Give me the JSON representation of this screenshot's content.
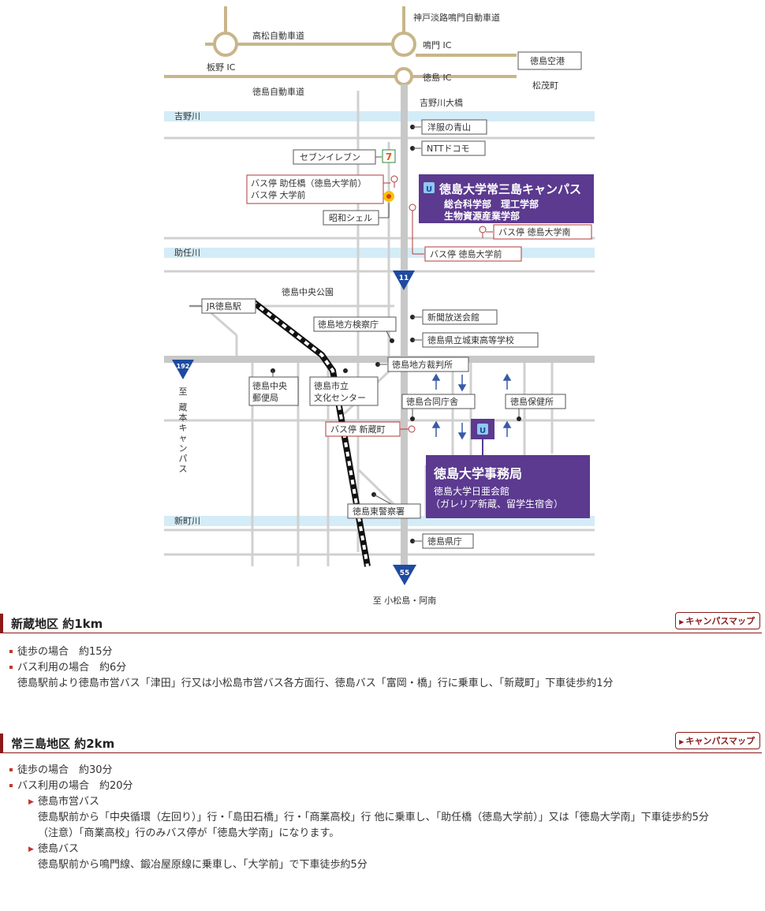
{
  "map": {
    "roads": {
      "takamatsu": "高松自動車道",
      "kobe_awaji": "神戸淡路鳴門自動車道",
      "tokushima": "徳島自動車道"
    },
    "ics": {
      "itano": "板野 IC",
      "naruto": "鳴門 IC",
      "tokushima": "徳島 IC"
    },
    "airport": "徳島空港",
    "matsushige": "松茂町",
    "rivers": {
      "yoshino": "吉野川",
      "sukedo": "助任川",
      "shinmachi": "新町川"
    },
    "bridge": "吉野川大橋",
    "routes": {
      "r11": "11",
      "r192": "192",
      "r55": "55"
    },
    "landmarks": {
      "aoyama": "洋服の青山",
      "docomo": "NTTドコモ",
      "seven": "セブンイレブン",
      "shell": "昭和シェル",
      "bus_sukedo_1": "バス停  助任橋（徳島大学前）",
      "bus_sukedo_2": "バス停  大学前",
      "campus_title": "徳島大学常三島キャンパス",
      "campus_sub1": "総合科学部　理工学部",
      "campus_sub2": "生物資源産業学部",
      "bus_minami": "バス停  徳島大学南",
      "bus_mae": "バス停 徳島大学前",
      "central_park": "徳島中央公園",
      "jr": "JR徳島駅",
      "prosecutor": "徳島地方検察庁",
      "newspaper": "新聞放送会館",
      "johto": "徳島県立城東高等学校",
      "court": "徳島地方裁判所",
      "post_1": "徳島中央",
      "post_2": "郵便局",
      "bunka_1": "徳島市立",
      "bunka_2": "文化センター",
      "godo": "徳島合同庁舎",
      "hoken": "徳島保健所",
      "bus_shinkura": "バス停  新蔵町",
      "office_title": "徳島大学事務局",
      "office_sub1": "徳島大学日亜会館",
      "office_sub2": "（ガレリア新蔵、留学生宿舎）",
      "police": "徳島東警察署",
      "pref": "徳島県庁",
      "to_kuramoto": "至 蔵本キャンパス",
      "to_komatsushima": "至 小松島・阿南"
    }
  },
  "sections": [
    {
      "title": "新蔵地区  約1km",
      "button": "キャンパスマップ",
      "walk": "徒歩の場合　約15分",
      "bus": "バス利用の場合　約6分",
      "bus_desc": "徳島駅前より徳島市営バス「津田」行又は小松島市営バス各方面行、徳島バス「富岡・橋」行に乗車し、「新蔵町」下車徒歩約1分"
    },
    {
      "title": "常三島地区  約2km",
      "button": "キャンパスマップ",
      "walk": "徒歩の場合　約30分",
      "bus": "バス利用の場合　約20分",
      "city_bus": "徳島市営バス",
      "city_bus_desc": "徳島駅前から「中央循環（左回り）」行・「島田石橋」行・「商業高校」行 他に乗車し、「助任橋（徳島大学前）」又は「徳島大学南」下車徒歩約5分",
      "note": "（注意）「商業高校」行のみバス停が「徳島大学南」になります。",
      "tokushima_bus": "徳島バス",
      "tokushima_bus_desc": "徳島駅前から鳴門線、鍛冶屋原線に乗車し、「大学前」で下車徒歩約5分"
    }
  ]
}
